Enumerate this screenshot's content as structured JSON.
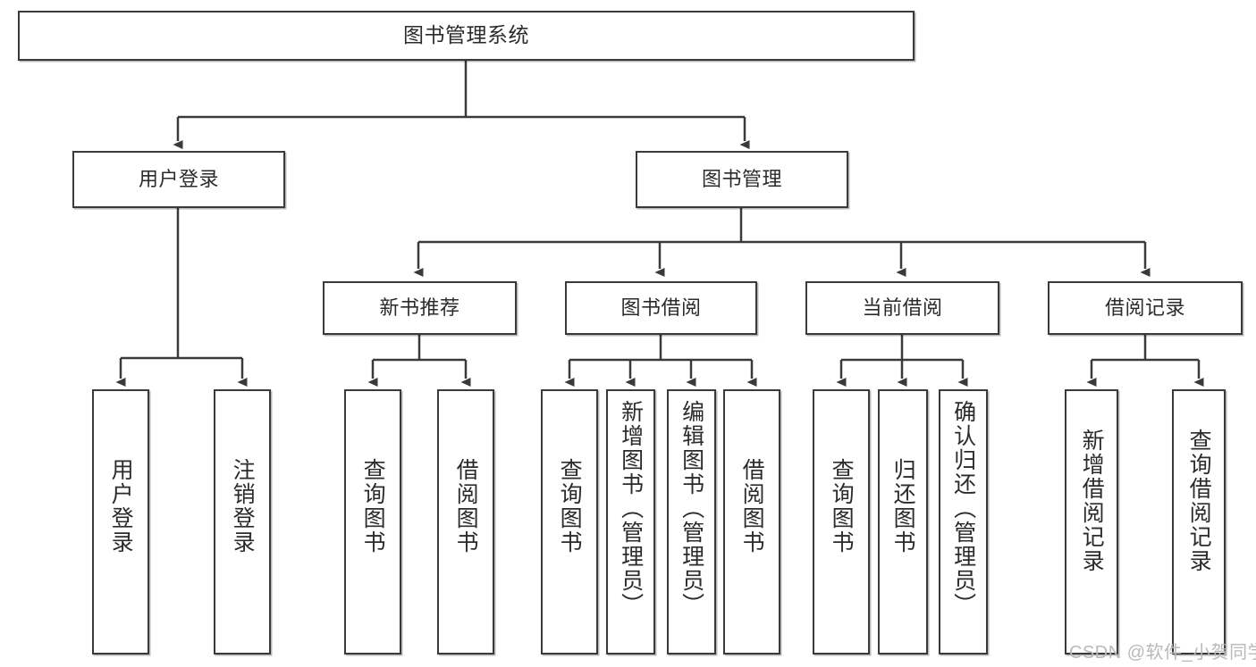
{
  "diagram": {
    "title": "图书管理系统",
    "type": "tree-hierarchy-diagram",
    "root": {
      "label": "图书管理系统"
    },
    "level2": [
      {
        "label": "用户登录"
      },
      {
        "label": "图书管理"
      }
    ],
    "level3": [
      {
        "label": "新书推荐"
      },
      {
        "label": "图书借阅"
      },
      {
        "label": "当前借阅"
      },
      {
        "label": "借阅记录"
      }
    ],
    "leaves": {
      "user_login": [
        {
          "label": "用户登录"
        },
        {
          "label": "注销登录"
        }
      ],
      "new_book_recommend": [
        {
          "label": "查询图书"
        },
        {
          "label": "借阅图书"
        }
      ],
      "book_borrow": [
        {
          "label": "查询图书"
        },
        {
          "label": "新增图书（管理员）"
        },
        {
          "label": "编辑图书（管理员）"
        },
        {
          "label": "借阅图书"
        }
      ],
      "current_borrow": [
        {
          "label": "查询图书"
        },
        {
          "label": "归还图书"
        },
        {
          "label": "确认归还（管理员）"
        }
      ],
      "borrow_record": [
        {
          "label": "新增借阅记录"
        },
        {
          "label": "查询借阅记录"
        }
      ]
    }
  },
  "watermark": {
    "text": "CSDN @软件_小贺同学"
  },
  "colors": {
    "box_border": "#3a3a3a",
    "box_fill": "#ffffff",
    "text": "#2b2b2b",
    "connector": "#3a3a3a",
    "watermark": "#b9b9b9",
    "background": "#ffffff"
  }
}
